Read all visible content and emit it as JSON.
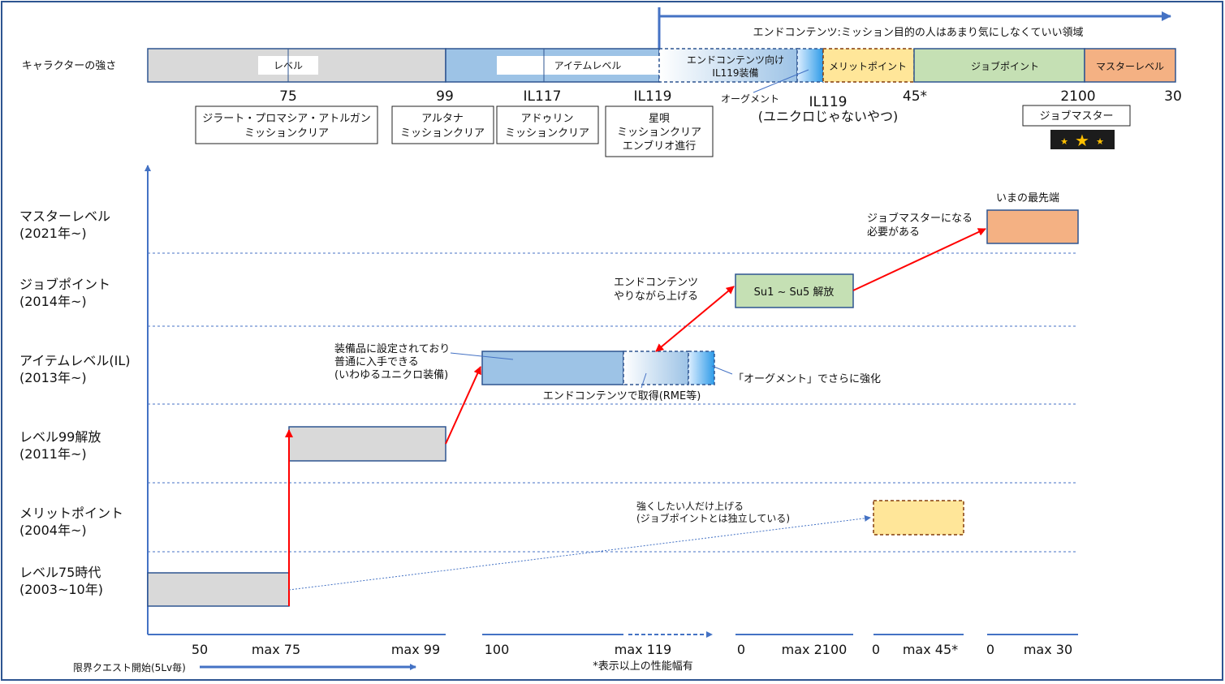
{
  "colors": {
    "frame": "#2e5591",
    "axis": "#4472c4",
    "gray": "#d9d9d9",
    "blue": "#9dc3e6",
    "merit": "#ffe699",
    "merit_border": "#843c0c",
    "job": "#c5e0b4",
    "master": "#f4b183",
    "red": "#ff0000",
    "star": "#ffc000",
    "star_bg": "#1c1c1c"
  },
  "top": {
    "endcontent_note": "エンドコンテンツ:ミッション目的の人はあまり気にしなくていい領域",
    "strength_label": "キャラクターの強さ",
    "bar": {
      "level": "レベル",
      "item_level": "アイテムレベル",
      "end_gear": [
        "エンドコンテンツ向け",
        "IL119装備"
      ],
      "merit": "メリットポイント",
      "job": "ジョブポイント",
      "master": "マスターレベル"
    },
    "augment_label": "オーグメント",
    "ticks": {
      "t75": "75",
      "t99": "99",
      "t117": "IL117",
      "t119": "IL119",
      "t119b": "IL119",
      "t119b_sub": "(ユニクロじゃないやつ)",
      "t45": "45*",
      "t2100": "2100",
      "t30": "30"
    },
    "missions": {
      "zilart": [
        "ジラート・プロマシア・アトルガン",
        "ミッションクリア"
      ],
      "altana": [
        "アルタナ",
        "ミッションクリア"
      ],
      "adoulin": [
        "アドゥリン",
        "ミッションクリア"
      ],
      "seiyu": [
        "星唄",
        "ミッションクリア",
        "エンブリオ進行"
      ],
      "job_master": "ジョブマスター"
    }
  },
  "eras": [
    {
      "title": "マスターレベル",
      "year": "(2021年~)"
    },
    {
      "title": "ジョブポイント",
      "year": "(2014年~)"
    },
    {
      "title": "アイテムレベル(IL)",
      "year": "(2013年~)"
    },
    {
      "title": "レベル99解放",
      "year": "(2011年~)"
    },
    {
      "title": "メリットポイント",
      "year": "(2004年~)"
    },
    {
      "title": "レベル75時代",
      "year": "(2003~10年)"
    }
  ],
  "notes": {
    "frontier": "いまの最先端",
    "need_master": [
      "ジョブマスターになる",
      "必要がある"
    ],
    "endcontent_raise": [
      "エンドコンテンツ",
      "やりながら上げる"
    ],
    "su_box": "Su1 ~ Su5 解放",
    "gear_note": [
      "装備品に設定されており",
      "普通に入手できる",
      "(いわゆるユニクロ装備)"
    ],
    "augment_note": "「オーグメント」でさらに強化",
    "rme_note": "エンドコンテンツで取得(RME等)",
    "merit_note": [
      "強くしたい人だけ上げる",
      "(ジョブポイントとは独立している)"
    ]
  },
  "bottom": {
    "b50": "50",
    "bmax75": "max 75",
    "bmax99": "max 99",
    "b100": "100",
    "bmax119": "max 119",
    "b0a": "0",
    "bmax2100": "max 2100",
    "b0b": "0",
    "bmax45": "max 45*",
    "b0c": "0",
    "bmax30": "max 30",
    "footnote": "*表示以上の性能幅有",
    "genkai": "限界クエスト開始(5Lv毎)"
  }
}
